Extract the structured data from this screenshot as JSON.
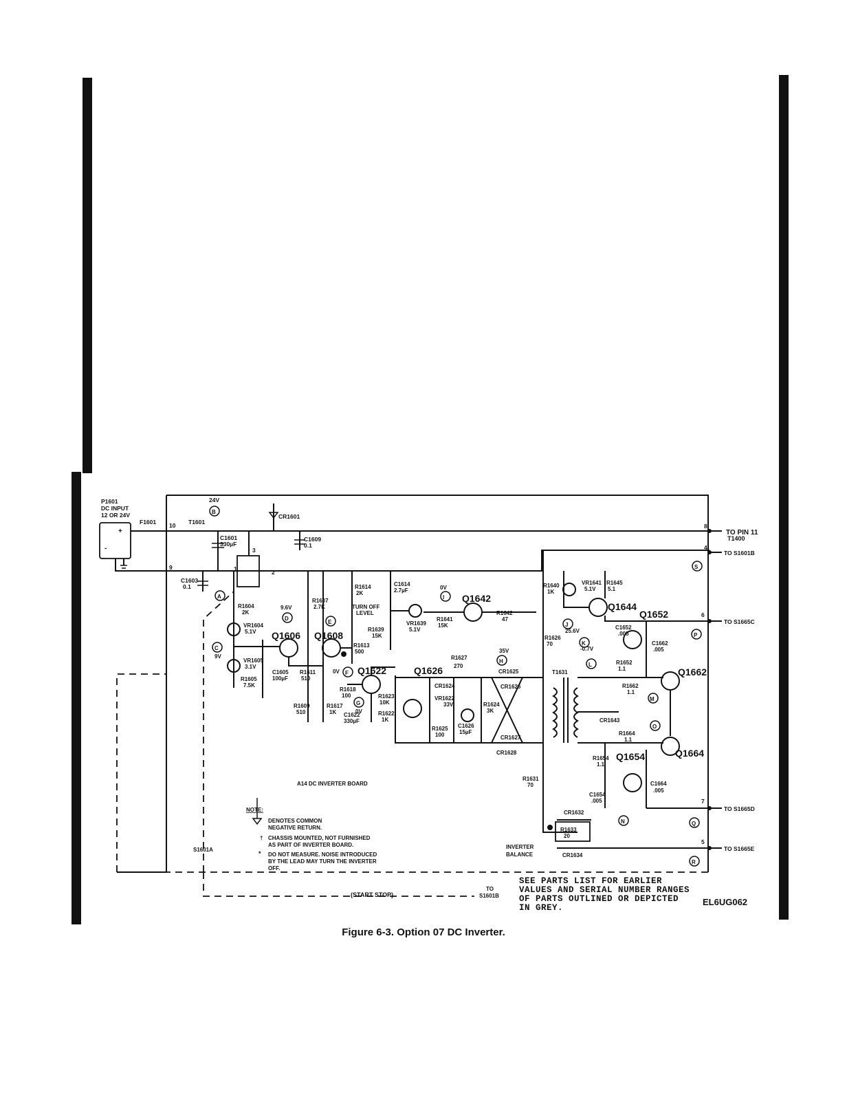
{
  "figure": {
    "caption": "Figure 6-3. Option 07 DC Inverter.",
    "code": "EL6UG062",
    "parts_note": "SEE PARTS LIST FOR EARLIER VALUES AND SERIAL NUMBER RANGES OF PARTS OUTLINED OR DEPICTED IN GREY.",
    "board": "A14 DC INVERTER BOARD"
  },
  "input": {
    "connector": "P1601",
    "title": "DC INPUT",
    "rating": "12 OR 24V",
    "fuse": "F1601",
    "supply": "24V"
  },
  "outputs": {
    "pin11": "TO PIN 11",
    "t1400": "T1400",
    "s1601b": "TO S1601B",
    "s1665c": "TO S1665C",
    "s1665d": "TO S1665D",
    "s1665e": "TO S1665E"
  },
  "notes": {
    "heading": "NOTE:",
    "n1a": "DENOTES COMMON",
    "n1b": "NEGATIVE RETURN.",
    "n2a": "CHASSIS MOUNTED, NOT FURNISHED",
    "n2b": "AS PART OF INVERTER BOARD.",
    "n3a": "DO NOT MEASURE. NOISE INTRODUCED",
    "n3b": "BY THE LEAD MAY TURN THE INVERTER",
    "n3c": "OFF."
  },
  "switch": {
    "ref": "S1601A",
    "start_stop": "(START  STOP)",
    "to": "TO",
    "to_ref": "S1601B"
  },
  "balance": {
    "line1": "INVERTER",
    "line2": "BALANCE"
  },
  "transistors": [
    "Q1606",
    "Q1608",
    "Q1622",
    "Q1626",
    "Q1642",
    "Q1644",
    "Q1652",
    "Q1654",
    "Q1662",
    "Q1664"
  ],
  "components": {
    "t1601": "T1601",
    "c1601": "C1601",
    "c1601_v": "330µF",
    "cr1601": "CR1601",
    "c1609": "C1609",
    "c1609_v": "0.1",
    "c1603": "C1603",
    "c1603_v": "0.1",
    "r1604": "R1604",
    "r1604_v": "2K",
    "vr1604": "VR1604",
    "vr1604_v": "5.1V",
    "vr1605": "VR1605",
    "vr1605_v": "3.1V",
    "r1605": "R1605",
    "r1605_v": "7.5K",
    "c1605": "C1605",
    "c1605_v": "100µF",
    "r1607": "R1607",
    "r1607_v": "2.7K",
    "r1611": "R1611",
    "r1611_v": "510",
    "r1609": "R1609",
    "r1609_v": "510",
    "r1617": "R1617",
    "r1617_v": "1K",
    "r1614": "R1614",
    "r1614_v": "2K",
    "turn_off": "TURN OFF",
    "level": "LEVEL",
    "r1639": "R1639",
    "r1639_v": "15K",
    "r1613": "R1613",
    "r1613_v": "500",
    "c1614": "C1614",
    "c1614_v": "2.7µF",
    "vr1639": "VR1639",
    "vr1639_v": "5.1V",
    "r1641": "R1641",
    "r1641_v": "15K",
    "r1642": "R1642",
    "r1642_v": "47",
    "r1618": "R1618",
    "r1618_v": "100",
    "r1623": "R1623",
    "r1623_v": "10K",
    "r1622": "R1622",
    "r1622_v": "1K",
    "c1622": "C1622",
    "c1622_v": "330µF",
    "r1627": "R1627",
    "r1627_v": "270",
    "cr1624": "CR1624",
    "vr1622": "VR1622",
    "vr1622_v": "33V",
    "r1625": "R1625",
    "r1625_v": "100",
    "c1626": "C1626",
    "c1626_v": "15µF",
    "r1624": "R1624",
    "r1624_v": "3K",
    "cr1625": "CR1625",
    "cr1626": "CR1626",
    "cr1627": "CR1627",
    "cr1628": "CR1628",
    "t1631": "T1631",
    "r1640": "R1640",
    "r1640_v": "1K",
    "vr1641": "VR1641",
    "vr1641_v": "5.1V",
    "r1645": "R1645",
    "r1645_v": "5.1",
    "r1626": "R1626",
    "r1626_v": "70",
    "c1652": "C1652",
    "c1652_v": ".005",
    "c1662": "C1662",
    "c1662_v": ".005",
    "r1652": "R1652",
    "r1652_v": "1.1",
    "r1662": "R1662",
    "r1662_v": "1.1",
    "cr1643": "CR1643",
    "r1664": "R1664",
    "r1664_v": "1.1",
    "r1654": "R1654",
    "r1654_v": "1.1",
    "c1654": "C1654",
    "c1654_v": ".005",
    "c1664": "C1664",
    "c1664_v": ".005",
    "r1631": "R1631",
    "r1631_v": "70",
    "cr1632": "CR1632",
    "r1633": "R1633",
    "r1633_v": "20",
    "cr1634": "CR1634"
  },
  "voltages": {
    "v96": "9.6V",
    "v9": "9V",
    "v0a": "0V",
    "v0b": "0V",
    "v0c": "0V",
    "v35": "35V",
    "v256": "25.6V",
    "vneg07": "-0.7V"
  },
  "test_points": [
    "A",
    "B",
    "C",
    "D",
    "E",
    "F",
    "G",
    "H",
    "I",
    "J",
    "K",
    "L",
    "M",
    "N",
    "O",
    "P",
    "Q",
    "R",
    "S"
  ],
  "pins": [
    "1",
    "2",
    "3",
    "4",
    "5",
    "6",
    "7",
    "8",
    "9",
    "10"
  ]
}
